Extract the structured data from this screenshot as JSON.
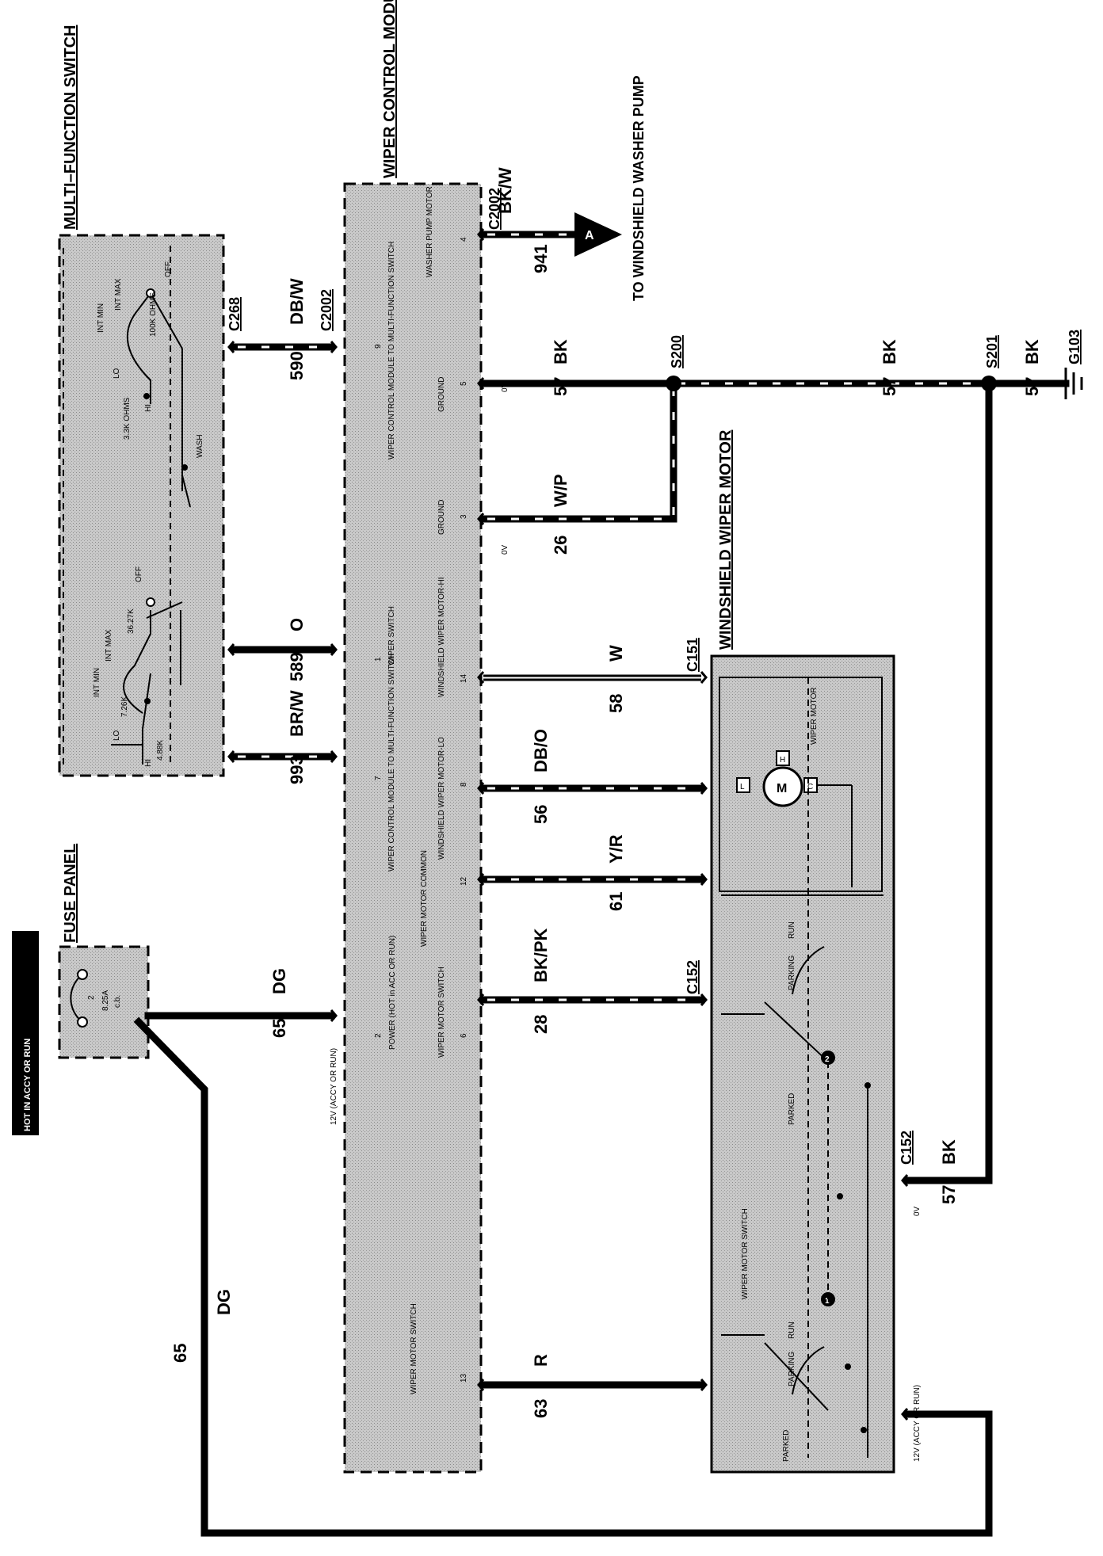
{
  "banner": "HOT IN ACCY OR RUN",
  "components": {
    "fuse_panel": {
      "title": "FUSE PANEL",
      "fuse_num": "2",
      "fuse_rating": "8.25A",
      "fuse_type": "c.b."
    },
    "multi_function_switch": {
      "title": "MULTI–FUNCTION SWITCH",
      "left": {
        "lo": "LO",
        "hi": "HI",
        "int_min": "INT MIN",
        "int_max": "INT MAX",
        "res1": "7.26K",
        "res2": "4.88K",
        "res3": "36.27K",
        "off": "OFF"
      },
      "right": {
        "lo": "LO",
        "hi": "HI",
        "int_min": "INT MIN",
        "int_max": "INT MAX",
        "res1": "3.3K OHMS",
        "res2": "100K OHMS",
        "off": "OFF",
        "wash": "WASH"
      }
    },
    "wiper_control_module": {
      "title": "WIPER CONTROL MODULE",
      "pins": [
        {
          "id": "pin-13",
          "num": "13",
          "label": "WIPER MOTOR SWITCH"
        },
        {
          "id": "pin-2",
          "num": "2",
          "label": "POWER (HOT in ACC OR RUN)"
        },
        {
          "id": "pin-6",
          "num": "6",
          "label": "WIPER MOTOR SWITCH"
        },
        {
          "id": "pin-12",
          "num": "12",
          "label": "WIPER MOTOR COMMON"
        },
        {
          "id": "pin-7",
          "num": "7",
          "label": "WIPER CONTROL MODULE TO MULTI-FUNCTION SWITCH"
        },
        {
          "id": "pin-8",
          "num": "8",
          "label": "WINDSHIELD WIPER MOTOR-LO"
        },
        {
          "id": "pin-1",
          "num": "1",
          "label": "WIPER SWITCH"
        },
        {
          "id": "pin-14",
          "num": "14",
          "label": "WINDSHIELD WIPER MOTOR-HI"
        },
        {
          "id": "pin-3",
          "num": "3",
          "label": "GROUND"
        },
        {
          "id": "pin-9",
          "num": "9",
          "label": "WIPER CONTROL MODULE TO MULTI-FUNCTION SWITCH"
        },
        {
          "id": "pin-5",
          "num": "5",
          "label": "GROUND"
        },
        {
          "id": "pin-4",
          "num": "4",
          "label": "WASHER PUMP MOTOR"
        }
      ]
    },
    "windshield_wiper_motor": {
      "title": "WINDSHIELD WIPER MOTOR",
      "switch_label": "WIPER MOTOR SWITCH",
      "parked": "PARKED",
      "parking": "PARKING",
      "run": "RUN",
      "motor_label": "WIPER MOTOR",
      "motor_m": "M",
      "motor_l": "L",
      "motor_h": "H",
      "motor_c": "C",
      "badge1": "1",
      "badge2": "2"
    }
  },
  "connectors": {
    "c268": "C268",
    "c2002_a": "C2002",
    "c2002_b": "C2002",
    "c151": "C151",
    "c152_a": "C152",
    "c152_b": "C152",
    "s200": "S200",
    "s201": "S201",
    "g103": "G103"
  },
  "voltages": {
    "v12_module": "12V (ACCY OR RUN)",
    "v12_motor": "12V (ACCY OR RUN)",
    "v0_3": "0V",
    "v0_5": "0V",
    "v0_motor": "0V"
  },
  "wires": {
    "w65_top": {
      "num": "65",
      "color": "DG"
    },
    "w65_left": {
      "num": "65",
      "color": "DG"
    },
    "w993": {
      "num": "993",
      "color": "BR/W"
    },
    "w589": {
      "num": "589",
      "color": "O"
    },
    "w590": {
      "num": "590",
      "color": "DB/W"
    },
    "w63": {
      "num": "63",
      "color": "R"
    },
    "w28": {
      "num": "28",
      "color": "BK/PK"
    },
    "w61": {
      "num": "61",
      "color": "Y/R"
    },
    "w56": {
      "num": "56",
      "color": "DB/O"
    },
    "w58": {
      "num": "58",
      "color": "W"
    },
    "w26": {
      "num": "26",
      "color": "W/P"
    },
    "w57_a": {
      "num": "57",
      "color": "BK"
    },
    "w57_b": {
      "num": "57",
      "color": "BK"
    },
    "w57_c": {
      "num": "57",
      "color": "BK"
    },
    "w57_motor": {
      "num": "57",
      "color": "BK"
    },
    "w941": {
      "num": "941",
      "color": "BK/W"
    }
  },
  "washer": {
    "marker": "A",
    "label": "TO WINDSHIELD WASHER PUMP"
  }
}
